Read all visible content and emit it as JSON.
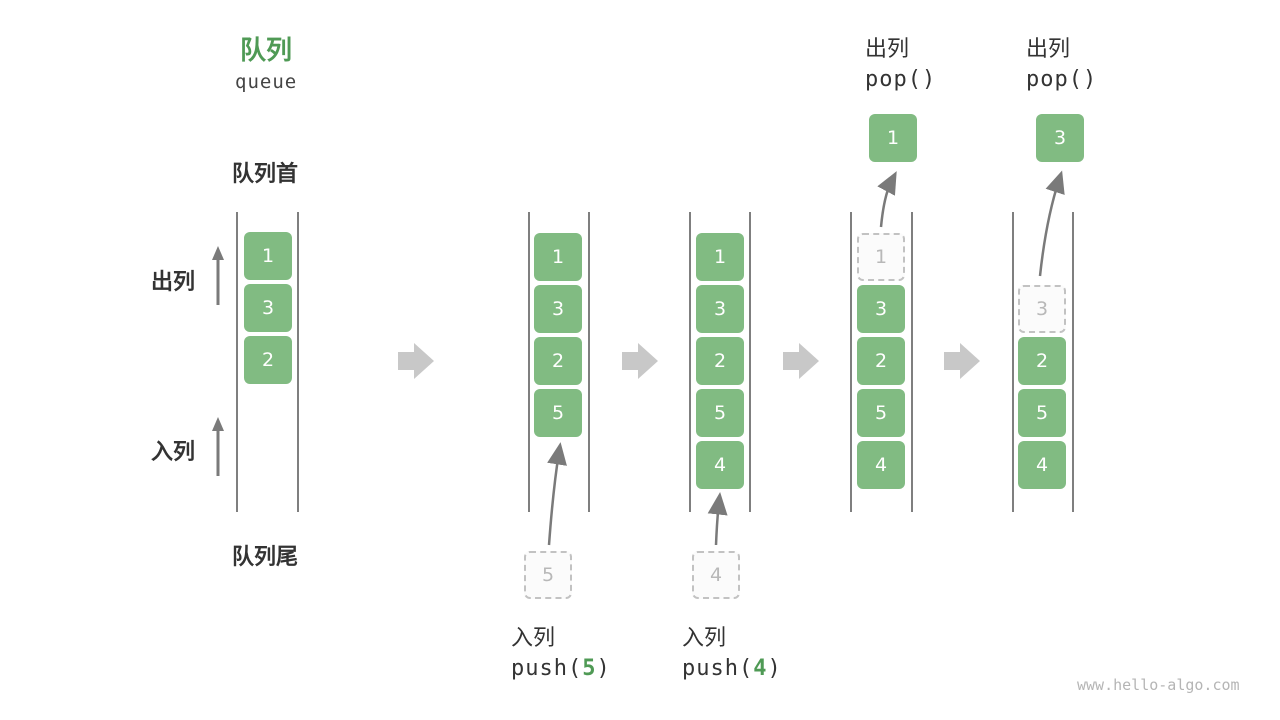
{
  "title": {
    "cn": "队列",
    "en": "queue"
  },
  "labels": {
    "head": "队列首",
    "tail": "队列尾",
    "dequeue": "出列",
    "enqueue": "入列"
  },
  "states": [
    {
      "items": [
        "1",
        "3",
        "2"
      ]
    },
    {
      "items": [
        "1",
        "3",
        "2",
        "5"
      ]
    },
    {
      "items": [
        "1",
        "3",
        "2",
        "5",
        "4"
      ]
    },
    {
      "items": [
        "1",
        "3",
        "2",
        "5",
        "4"
      ],
      "ghost_index": 0
    },
    {
      "items": [
        "3",
        "2",
        "5",
        "4"
      ],
      "ghost_index": 0
    }
  ],
  "operations": {
    "push5": {
      "cn": "入列",
      "fn": "push(",
      "arg": "5",
      "end": ")",
      "incoming": "5"
    },
    "push4": {
      "cn": "入列",
      "fn": "push(",
      "arg": "4",
      "end": ")",
      "incoming": "4"
    },
    "pop1": {
      "cn": "出列",
      "code": "pop()",
      "outgoing": "1"
    },
    "pop3": {
      "cn": "出列",
      "code": "pop()",
      "outgoing": "3"
    }
  },
  "watermark": "www.hello-algo.com",
  "colors": {
    "accent": "#4f9a55",
    "box": "#81bb82",
    "arrow": "#7a7a7a",
    "step_arrow": "#c8c8c8"
  }
}
